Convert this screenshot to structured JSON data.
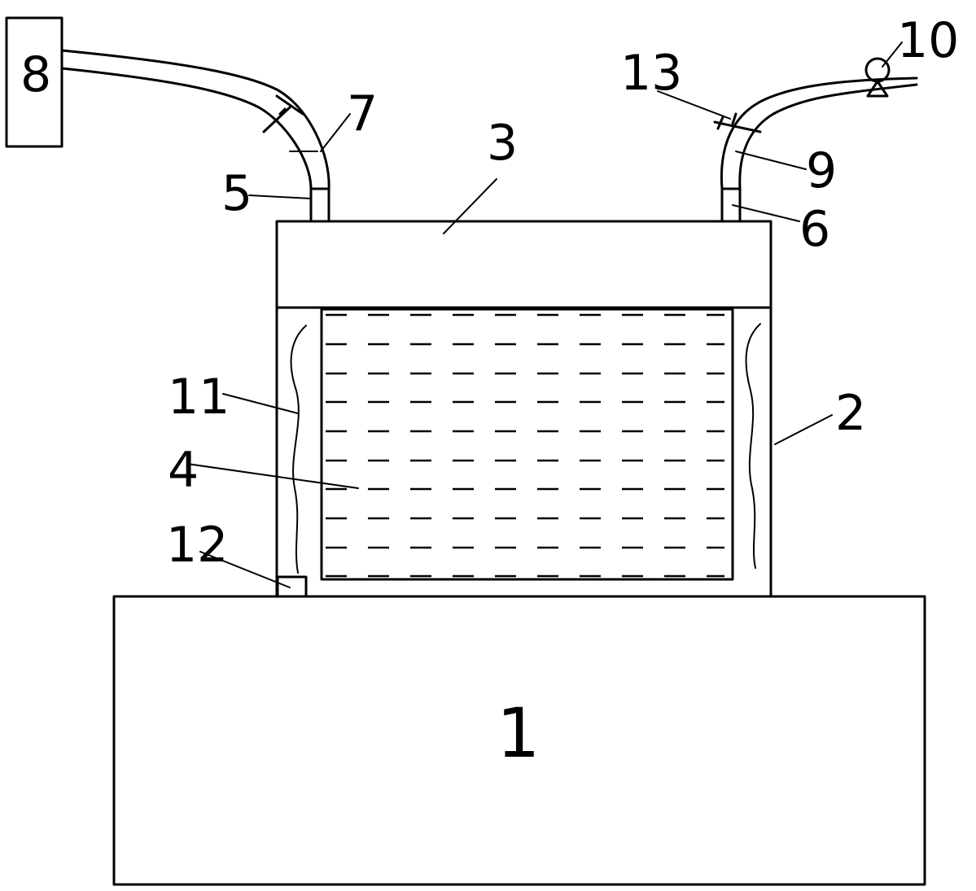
{
  "labels": {
    "base": "1",
    "outer_shell": "2",
    "lid": "3",
    "liquid": "4",
    "inlet_port": "5",
    "outlet_port": "6",
    "inlet_pipe": "7",
    "box": "8",
    "outlet_pipe": "9",
    "pump": "10",
    "side_layer": "11",
    "sensor": "12",
    "valve": "13"
  }
}
